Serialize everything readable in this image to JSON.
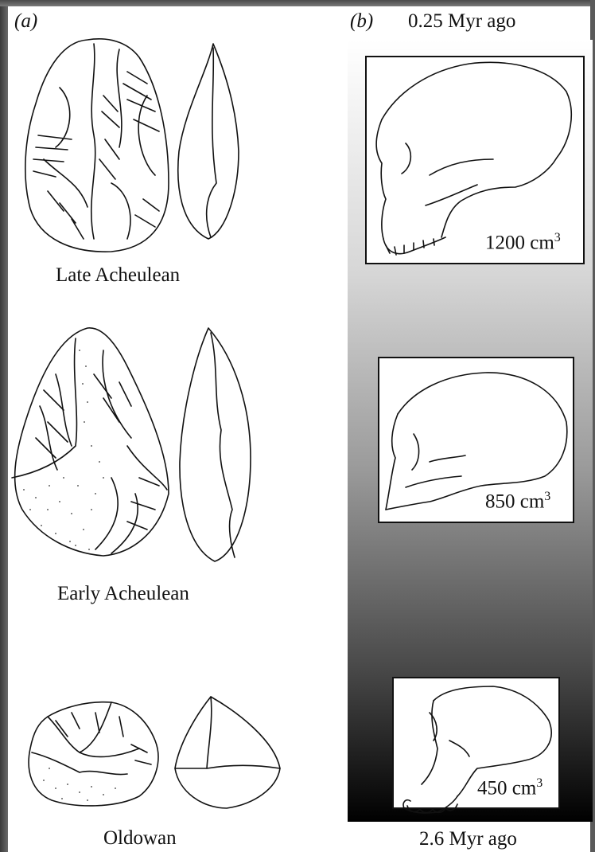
{
  "panel_a": {
    "label": "(a)",
    "tools": [
      {
        "name": "Late Acheulean"
      },
      {
        "name": "Early Acheulean"
      },
      {
        "name": "Oldowan"
      }
    ]
  },
  "panel_b": {
    "label": "(b)",
    "top_time": "0.25 Myr ago",
    "bottom_time": "2.6 Myr ago",
    "skulls": [
      {
        "volume": "1200 cm",
        "unit_exp": "3"
      },
      {
        "volume": "850 cm",
        "unit_exp": "3"
      },
      {
        "volume": "450 cm",
        "unit_exp": "3"
      }
    ]
  }
}
